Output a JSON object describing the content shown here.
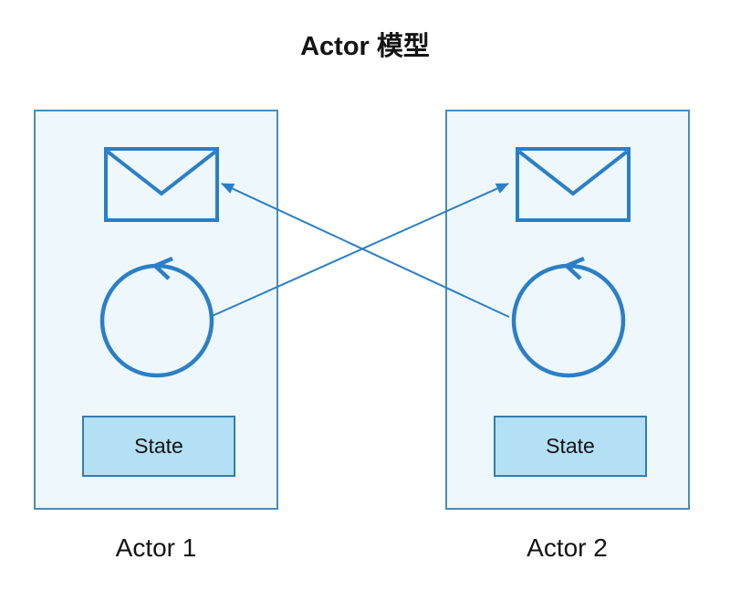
{
  "title": "Actor 模型",
  "actors": [
    {
      "label": "Actor 1",
      "state_label": "State"
    },
    {
      "label": "Actor 2",
      "state_label": "State"
    }
  ],
  "icons": {
    "mailbox": "envelope-icon",
    "behavior": "loop-arrow-icon",
    "messages": "crossed-arrow-lines"
  },
  "colors": {
    "accent": "#2B7FC6",
    "box_border": "#4A8DB8",
    "box_fill": "#EEF7FC",
    "state_fill": "#B4E0F5",
    "state_border": "#357CB0",
    "text": "#141414",
    "background": "#FFFFFF"
  }
}
